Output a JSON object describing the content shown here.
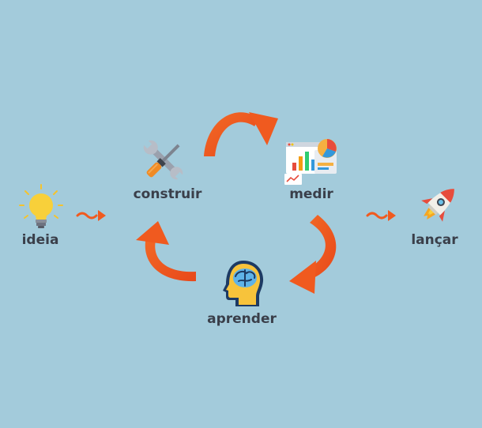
{
  "steps": {
    "idea": "ideia",
    "build": "construir",
    "measure": "medir",
    "learn": "aprender",
    "launch": "lançar"
  },
  "icons": {
    "idea": "lightbulb-icon",
    "build": "tools-icon",
    "measure": "analytics-charts-icon",
    "learn": "head-brain-icon",
    "launch": "rocket-icon"
  },
  "colors": {
    "background": "#a3cbdb",
    "arrow": "#f05a1f",
    "label": "#3a3f4a"
  }
}
